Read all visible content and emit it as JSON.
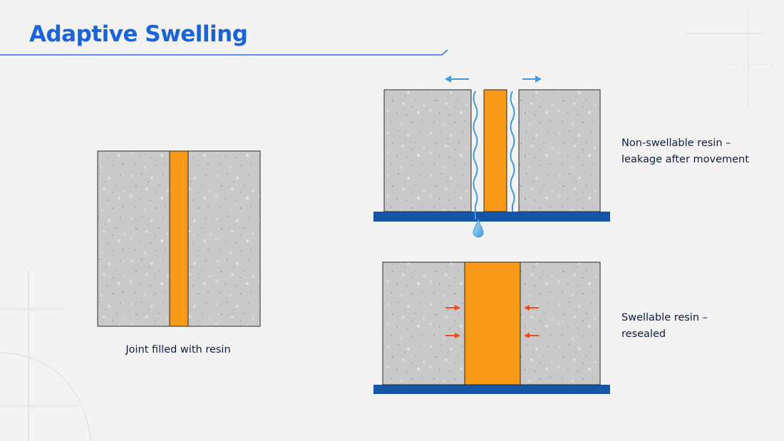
{
  "title": "Adaptive Swelling",
  "labels": {
    "joint": "Joint filled with resin",
    "non_swellable_line1": "Non-swellable resin –",
    "non_swellable_line2": "leakage after movement",
    "swellable_line1": "Swellable resin –",
    "swellable_line2": "resealed"
  },
  "colors": {
    "title": "#1a63d8",
    "accent_line": "#2f6fe0",
    "concrete": "#c9c9c9",
    "resin": "#f89a17",
    "base_plate": "#1455a8",
    "water": "#3f9ae0",
    "pressure_arrow": "#ee4b23",
    "text": "#0f1d3f"
  },
  "icons": {
    "movement_arrows": "blue-left-right-arrow-icon",
    "pressure_arrows": "red-inward-arrow-icon",
    "drip": "water-droplet-icon"
  }
}
